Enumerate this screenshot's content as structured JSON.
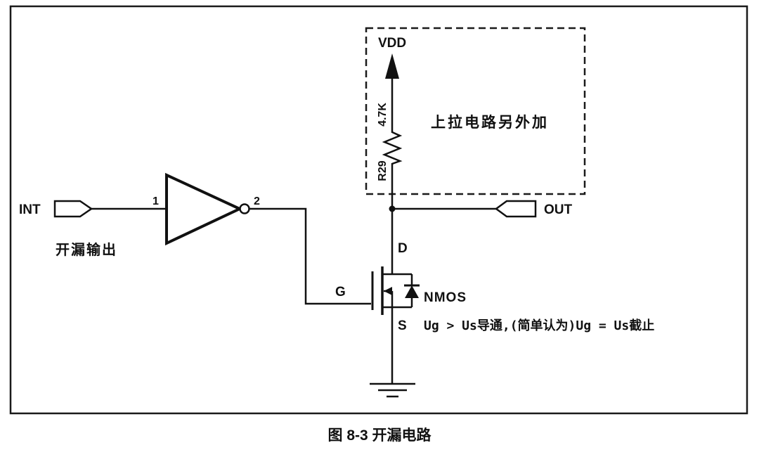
{
  "figure": {
    "caption": "图 8-3 开漏电路"
  },
  "diagram": {
    "net_labels": {
      "int": "INT",
      "out": "OUT",
      "vdd": "VDD"
    },
    "inverter": {
      "pin_in": "1",
      "pin_out": "2"
    },
    "resistor": {
      "ref": "R29",
      "value": "4.7K"
    },
    "mosfet": {
      "type": "NMOS",
      "gate": "G",
      "drain": "D",
      "source": "S"
    },
    "annotations": {
      "open_drain_output": "开漏输出",
      "pullup_external": "上拉电路另外加",
      "mosfet_condition": "Ug > Us导通,(简单认为)Ug = Us截止"
    }
  },
  "colors": {
    "line": "#111111",
    "background": "#ffffff"
  }
}
